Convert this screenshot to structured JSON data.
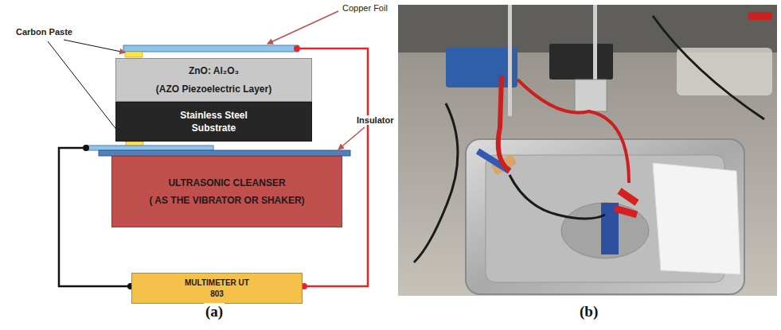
{
  "diagram": {
    "nodes": [
      {
        "text": [
          "ZnO: Al₂O₃",
          "(AZO Piezoelectric Layer)"
        ]
      },
      {
        "text": [
          "Stainless Steel Substrate"
        ]
      },
      {
        "text": [
          "ULTRASONIC CLEANSER",
          "( AS THE VIBRATOR OR SHAKER)"
        ]
      },
      {
        "text": [
          "MULTIMETER UT 803"
        ]
      }
    ],
    "labels": [
      "Copper Foil",
      "Carbon Paste",
      "Insulator",
      "(a)",
      "(b)"
    ]
  }
}
